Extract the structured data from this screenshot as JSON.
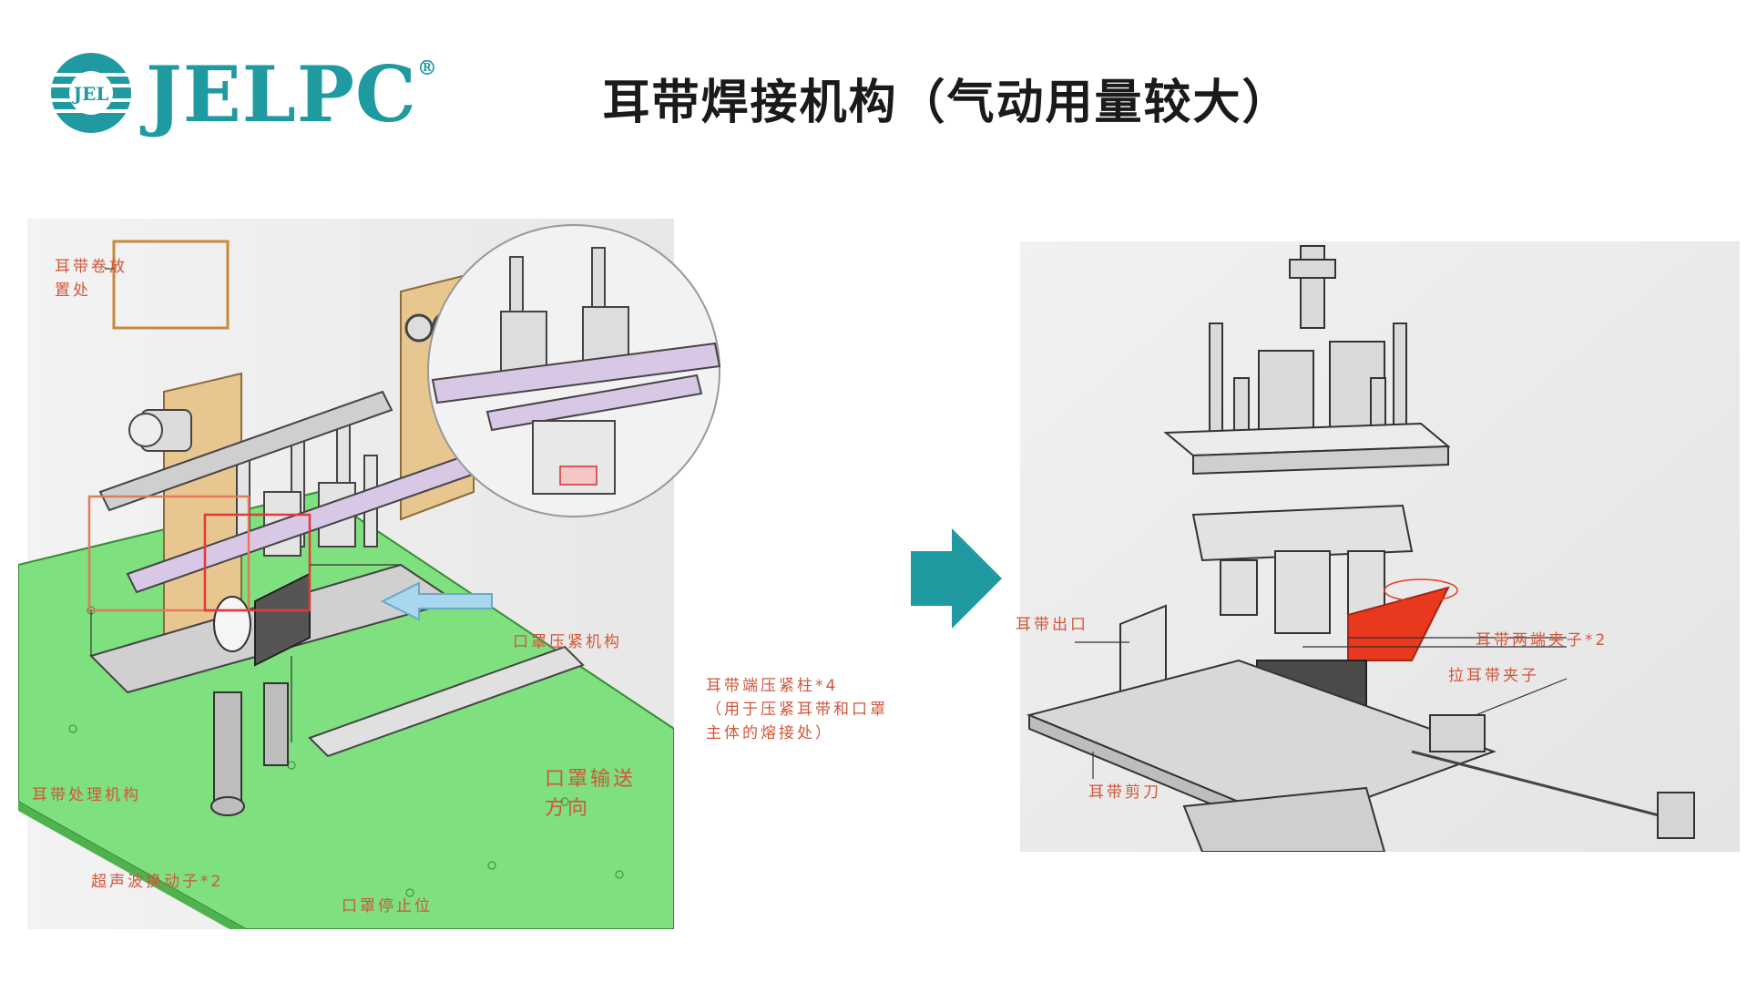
{
  "title": "耳带焊接机构（气动用量较大）",
  "logo": {
    "brand": "JELPC",
    "reg": "®",
    "emblem_text": "JEL"
  },
  "colors": {
    "accent": "#1f9aa0",
    "label": "#d2553a",
    "green_plate": "#7ee07e",
    "tan_plate": "#e8c690",
    "lavender": "#d9c7e6",
    "red_part": "#e8391f"
  },
  "left_diagram": {
    "labels": {
      "reel": "耳带卷放置处",
      "press_mech": "口罩压紧机构",
      "press_rods": "耳带端压紧柱*4",
      "press_rods_note": "（用于压紧耳带和口罩主体的熔接处）",
      "ear_process": "耳带处理机构",
      "transport_dir": "口罩输送方向",
      "ultrasonic": "超声波换动子*2",
      "stop_pos": "口罩停止位"
    }
  },
  "right_diagram": {
    "labels": {
      "outlet": "耳带出口",
      "clamps": "耳带两端夹子*2",
      "pull_clamp": "拉耳带夹子",
      "cutter": "耳带剪刀"
    }
  }
}
